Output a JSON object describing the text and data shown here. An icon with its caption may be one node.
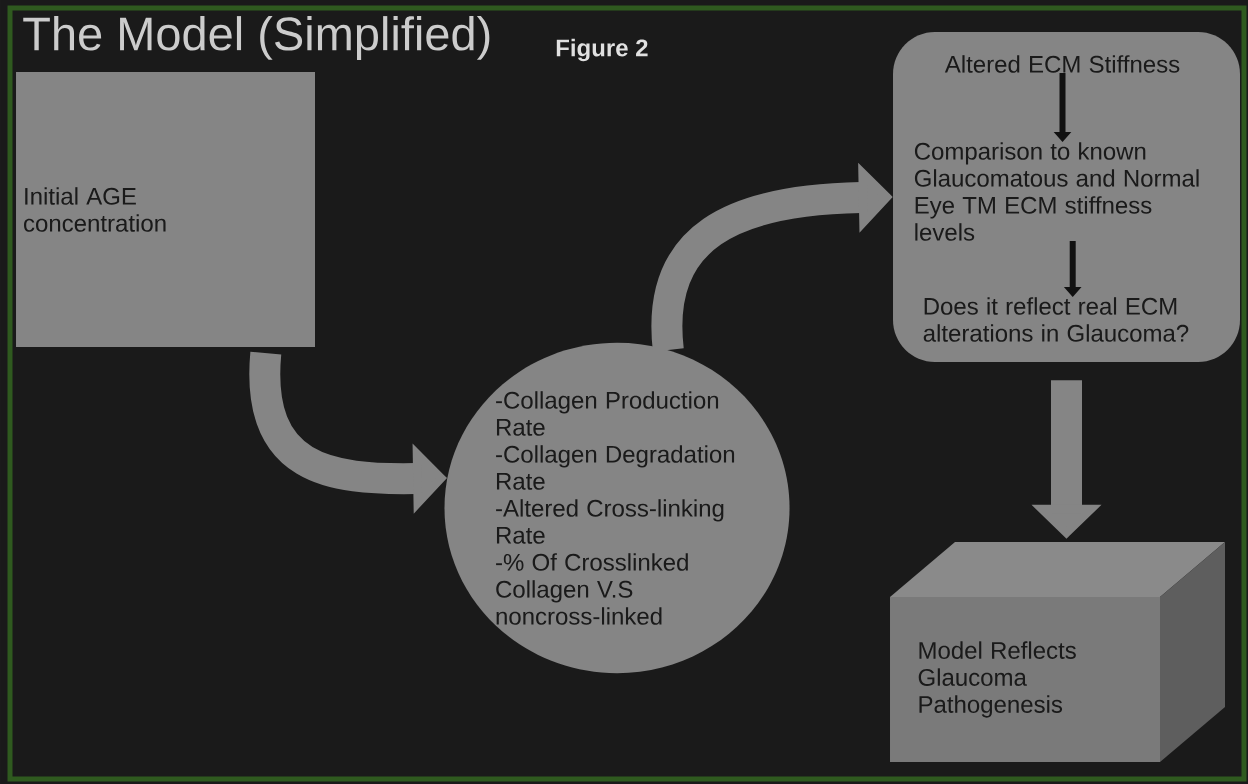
{
  "diagram": {
    "title": "The Model (Simplified)",
    "nodes": [
      {
        "text": [
          "Initial AGE concentration"
        ]
      },
      {
        "text": [
          "-Collagen Production Rate",
          "-Collagen Degradation Rate",
          "-Altered Cross-linking Rate",
          "-% Of Crosslinked Collagen V.S noncross-linked"
        ]
      },
      {
        "text": [],
        "shape": "box"
      },
      {
        "text": [
          "Altered ECM Stiffness"
        ],
        "in": 2
      },
      {
        "text": [
          "Comparison to known Glaucomatous and Normal Eye TM ECM stiffness levels"
        ],
        "in": 2
      },
      {
        "text": [
          "Does it reflect real ECM alterations in Glaucoma?"
        ],
        "in": 2
      },
      {
        "text": [
          "Model Reflects Glaucoma Pathogenesis"
        ]
      }
    ],
    "edges": [
      {
        "from": 0,
        "to": 1,
        "arrow": "to"
      },
      {
        "from": 1,
        "to": 2,
        "arrow": "to"
      },
      {
        "from": 3,
        "to": 4,
        "arrow": "to",
        "color": "#111111"
      },
      {
        "from": 4,
        "to": 5,
        "arrow": "to",
        "color": "#111111"
      },
      {
        "from": 2,
        "to": 6,
        "arrow": "to"
      }
    ],
    "labels": [
      "Figure 2"
    ]
  }
}
